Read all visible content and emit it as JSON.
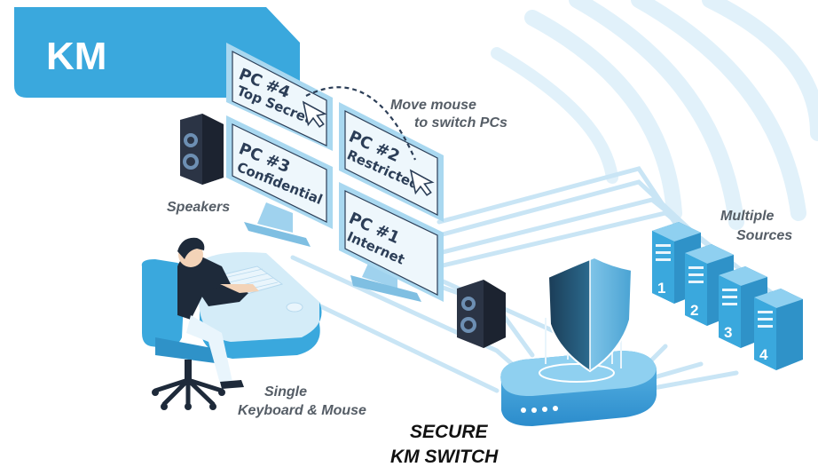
{
  "title_badge": {
    "text": "KM",
    "color": "#3aa8dd"
  },
  "monitors": [
    {
      "id": "PC #4",
      "level": "Top Secret"
    },
    {
      "id": "PC #2",
      "level": "Restricted"
    },
    {
      "id": "PC #3",
      "level": "Confidential"
    },
    {
      "id": "PC #1",
      "level": "Internet"
    }
  ],
  "labels": {
    "move_line1": "Move mouse",
    "move_line2": "to switch PCs",
    "speakers": "Speakers",
    "keyboard_line1": "Single",
    "keyboard_line2": "Keyboard & Mouse",
    "sources_line1": "Multiple",
    "sources_line2": "Sources",
    "switch_line1": "SECURE",
    "switch_line2": "KM SWITCH"
  },
  "servers": [
    "1",
    "2",
    "3",
    "4"
  ],
  "colors": {
    "accent": "#3aa8dd",
    "frame": "#9fd2ee",
    "screen": "#eef7fc",
    "dark": "#1e2a3a"
  },
  "icons": [
    "cursor-icon",
    "shield-icon",
    "speaker-icon"
  ]
}
